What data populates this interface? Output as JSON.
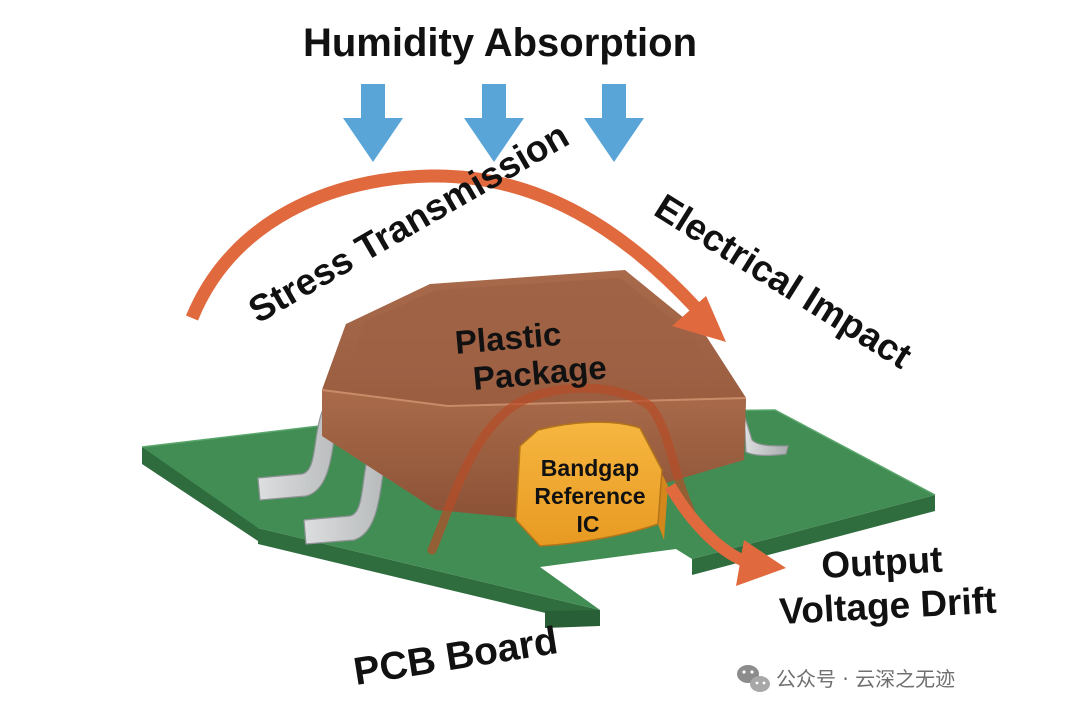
{
  "diagram": {
    "title": "Humidity Absorption",
    "labels": {
      "stress": "Stress Transmission",
      "electrical": "Electrical Impact",
      "package_line1": "Plastic",
      "package_line2": "Package",
      "ic_line1": "Bandgap",
      "ic_line2": "Reference",
      "ic_line3": "IC",
      "output_line1": "Output",
      "output_line2": "Voltage Drift",
      "pcb": "PCB Board"
    },
    "watermark": "公众号 · 云深之无迹",
    "colors": {
      "humidity_arrow": "#5aa5d8",
      "stress_arrow": "#e06a3e",
      "package": "#a8694a",
      "pcb": "#3f8a52",
      "ic": "#f2aa32",
      "pins": "#c9cbcd"
    }
  }
}
